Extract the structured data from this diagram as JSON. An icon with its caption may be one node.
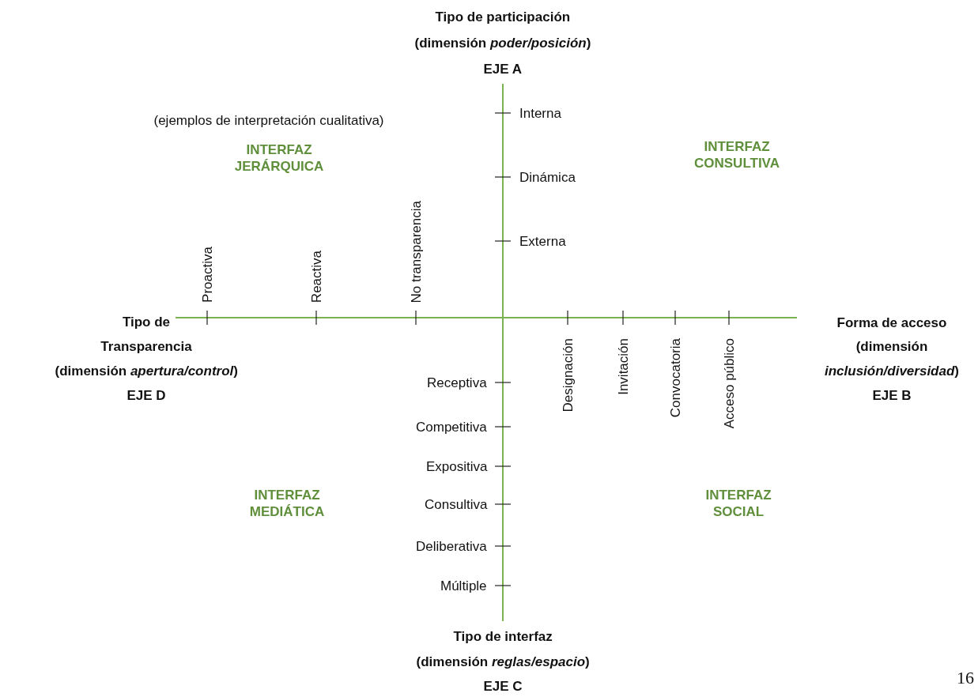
{
  "diagram": {
    "labels": [
      "Tipo de participación",
      "(dimensión *poder/posición*)",
      "EJE A",
      "(ejemplos de interpretación cualitativa)",
      "Interna",
      "INTERFAZ JERÁRQUICA",
      "INTERFAZ CONSULTIVA",
      "Dinámica",
      "No transparencia",
      "Proactiva",
      "Reactiva",
      "Externa",
      "Tipo de Transparencia",
      "(dimensión *apertura/control*)",
      "EJE D",
      "Forma de acceso",
      "(dimensión *inclusión/diversidad*)",
      "EJE B",
      "Designación",
      "Invitación",
      "Convocatoria",
      "Acceso público",
      "Receptiva",
      "Competitiva",
      "Expositiva",
      "Consultiva",
      "Deliberativa",
      "Múltiple",
      "INTERFAZ MEDIÁTICA",
      "INTERFAZ SOCIAL",
      "Tipo de interfaz",
      "(dimensión *reglas/espacio*)",
      "EJE C",
      "16"
    ]
  }
}
